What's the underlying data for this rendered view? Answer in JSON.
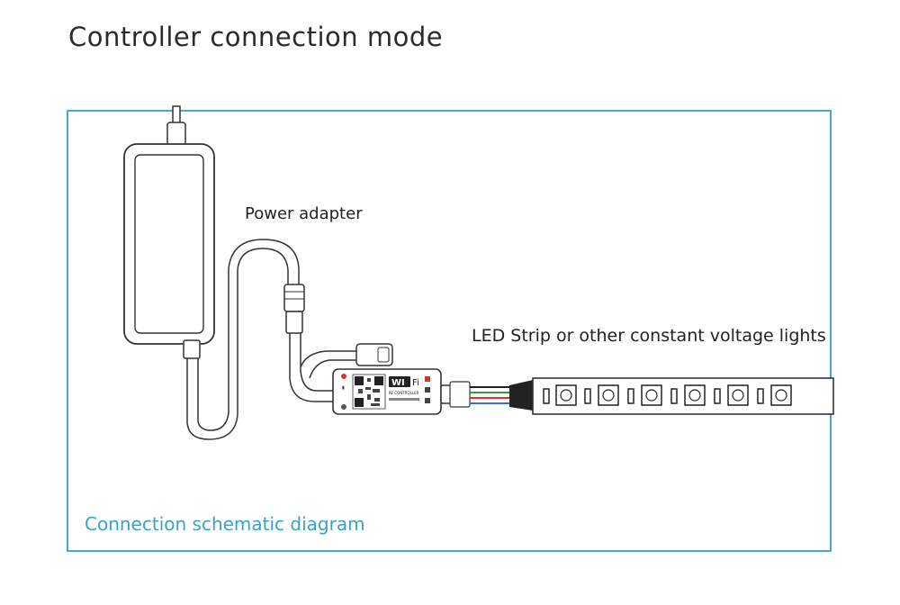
{
  "title": "Controller connection mode",
  "labels": {
    "power_adapter": "Power adapter",
    "led_strip": "LED Strip or other constant voltage lights"
  },
  "controller_text": {
    "wi": "WI",
    "fi": "Fi",
    "model": "RF CONTROLLER"
  },
  "caption": "Connection schematic diagram",
  "colors": {
    "frame": "#4aa9cf",
    "caption": "#3aa2c9",
    "wire_red": "#d8342c",
    "wire_green": "#3a9a3a",
    "wire_blue": "#3a6fd0"
  }
}
